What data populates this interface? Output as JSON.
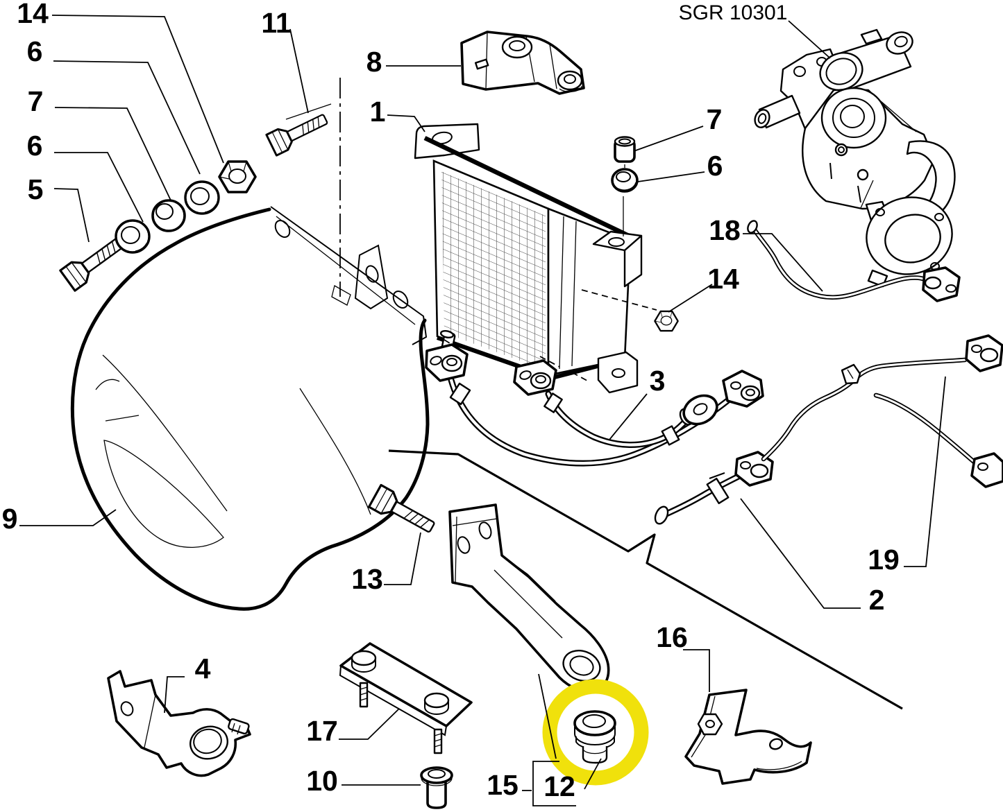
{
  "page": {
    "background": "#ffffff",
    "line_color": "#000000",
    "highlight_color": "#F0E10C"
  },
  "reference_code": {
    "text": "SGR 10301"
  },
  "callouts": [
    {
      "id": "14a",
      "text": "14"
    },
    {
      "id": "6a",
      "text": "6"
    },
    {
      "id": "7a",
      "text": "7"
    },
    {
      "id": "6b",
      "text": "6"
    },
    {
      "id": "5",
      "text": "5"
    },
    {
      "id": "11",
      "text": "11"
    },
    {
      "id": "8",
      "text": "8"
    },
    {
      "id": "1",
      "text": "1"
    },
    {
      "id": "7b",
      "text": "7"
    },
    {
      "id": "6c",
      "text": "6"
    },
    {
      "id": "18",
      "text": "18"
    },
    {
      "id": "14b",
      "text": "14"
    },
    {
      "id": "3",
      "text": "3"
    },
    {
      "id": "9",
      "text": "9"
    },
    {
      "id": "13",
      "text": "13"
    },
    {
      "id": "4",
      "text": "4"
    },
    {
      "id": "17",
      "text": "17"
    },
    {
      "id": "10",
      "text": "10"
    },
    {
      "id": "15",
      "text": "15"
    },
    {
      "id": "12",
      "text": "12"
    },
    {
      "id": "16",
      "text": "16"
    },
    {
      "id": "19",
      "text": "19"
    },
    {
      "id": "2",
      "text": "2"
    }
  ]
}
